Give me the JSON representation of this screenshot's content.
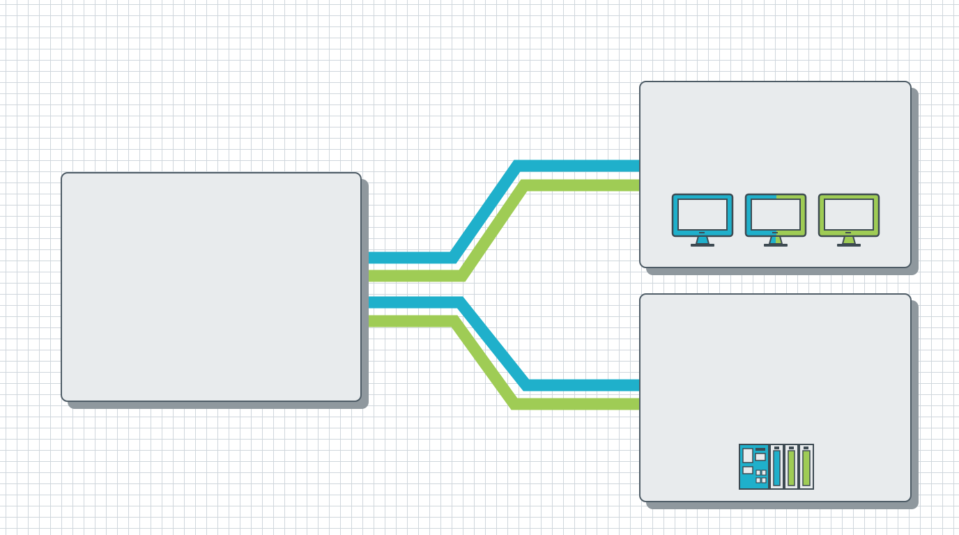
{
  "colors": {
    "blue": "#1fb0cb",
    "green": "#9fcc55",
    "panel": "#e8ebed",
    "border": "#4e5c66",
    "shadow": "#8f989e",
    "grid": "#cfd6dc"
  },
  "source_box": {
    "label": ""
  },
  "display_box": {
    "label": "",
    "icons": [
      "monitor-icon-blue",
      "monitor-icon-blue-green",
      "monitor-icon-green"
    ]
  },
  "controller_box": {
    "label": "",
    "icons": [
      "plc-rack-icon"
    ]
  },
  "links": [
    {
      "from": "source",
      "to": "display",
      "color": "blue"
    },
    {
      "from": "source",
      "to": "display",
      "color": "green"
    },
    {
      "from": "source",
      "to": "controller",
      "color": "blue"
    },
    {
      "from": "source",
      "to": "controller",
      "color": "green"
    }
  ]
}
